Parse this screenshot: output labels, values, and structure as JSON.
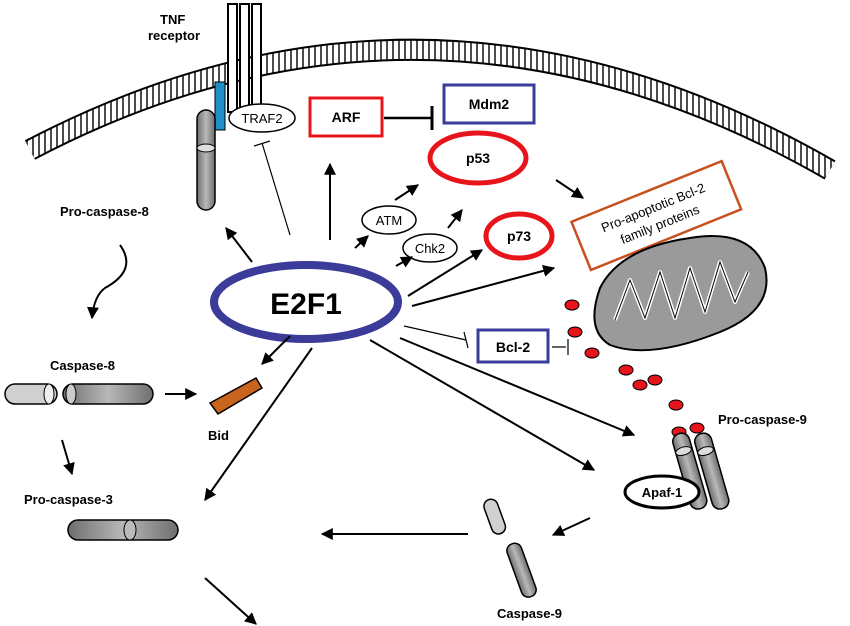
{
  "labels": {
    "tnf_receptor_line1": "TNF",
    "tnf_receptor_line2": "receptor",
    "traf2": "TRAF2",
    "arf": "ARF",
    "mdm2": "Mdm2",
    "p53": "p53",
    "atm": "ATM",
    "chk2": "Chk2",
    "p73": "p73",
    "pro_apoptotic_line1": "Pro-apoptotic Bcl-2",
    "pro_apoptotic_line2": "family proteins",
    "pro_caspase_8": "Pro-caspase-8",
    "e2f1": "E2F1",
    "caspase_8": "Caspase-8",
    "bid": "Bid",
    "bcl2": "Bcl-2",
    "pro_caspase_9": "Pro-caspase-9",
    "pro_caspase_3": "Pro-caspase-3",
    "apaf1": "Apaf-1",
    "caspase_9": "Caspase-9"
  },
  "colors": {
    "e2f1_ring": "#3b3b9a",
    "p53_ring": "#e8141b",
    "arf_box": "#e8141b",
    "mdm2_box": "#3b3b9a",
    "bcl2_box": "#3b3b9a",
    "pro_apoptotic_box": "#c8501e",
    "mitochondrion": "#9a9a9a",
    "cytochrome_dots": "#e8141b",
    "traf_blue": "#1e8fc8",
    "bid_orange": "#c8641e"
  }
}
